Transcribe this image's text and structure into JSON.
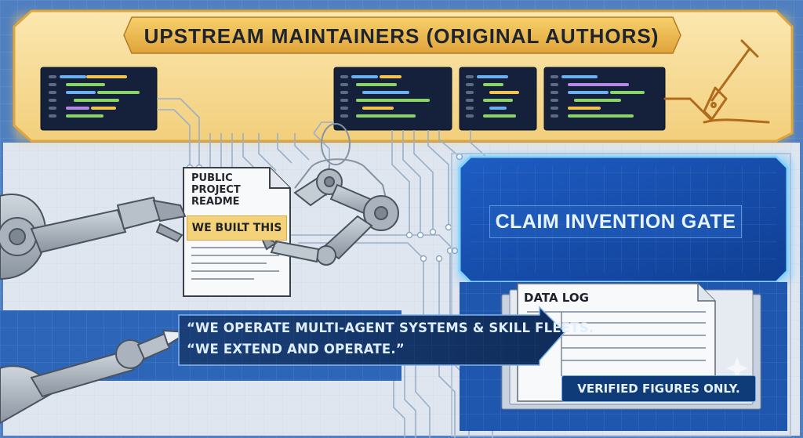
{
  "upstream": {
    "title": "UPSTREAM MAINTAINERS (ORIGINAL AUTHORS)"
  },
  "readme": {
    "title_lines": [
      "PUBLIC",
      "PROJECT",
      "README"
    ],
    "highlight": "WE BUILT THIS"
  },
  "gate": {
    "title": "CLAIM INVENTION GATE"
  },
  "data_log": {
    "title": "DATA LOG",
    "footer": "VERIFIED FIGURES ONLY."
  },
  "claim_arrow": {
    "lines": [
      "“WE OPERATE MULTI-AGENT SYSTEMS & SKILL FLEETS.",
      "“WE EXTEND AND OPERATE.”"
    ]
  },
  "colors": {
    "blueprint_blue": "#2f6fc9",
    "accent_gold": "#f2b440",
    "glow_cyan": "#5fd0ff",
    "panel_navy": "#15294a",
    "highlight_yellow": "#f4d27a"
  },
  "icons": [
    "fountain-pen-icon",
    "robot-arm-icon",
    "person-silhouette-icon"
  ]
}
